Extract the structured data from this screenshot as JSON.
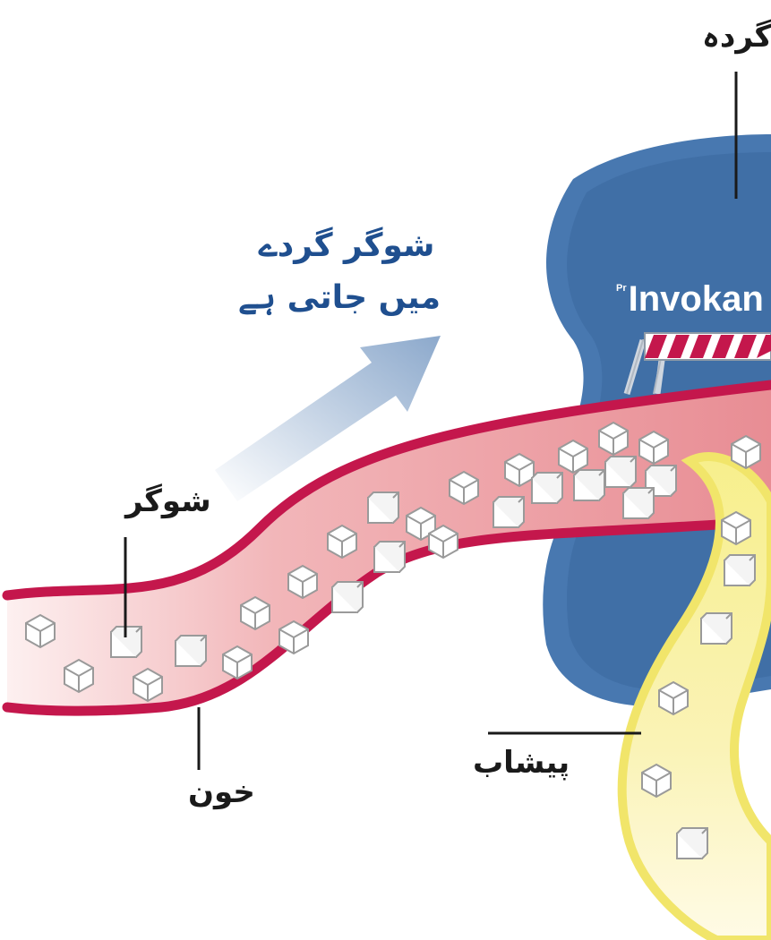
{
  "labels": {
    "kidney": "گردہ",
    "sugar_to_kidney_line1": "شوگر گردے",
    "sugar_to_kidney_line2": "میں جاتی ہے",
    "sugar": "شوگر",
    "blood": "خون",
    "urine": "پیشاب"
  },
  "brand": {
    "mark": "Pr",
    "name": "Invokan"
  },
  "colors": {
    "kidney_blue": "#3f6da5",
    "vessel_red": "#c4174c",
    "vessel_fill": "#f0b0b4",
    "urine_yellow": "#f4ea7a",
    "arrow_blue": "#8eaed0",
    "label_blue": "#1f4f8f"
  },
  "icons": [
    "sugar-cube-icon",
    "barrier-icon",
    "direction-arrow-icon"
  ]
}
